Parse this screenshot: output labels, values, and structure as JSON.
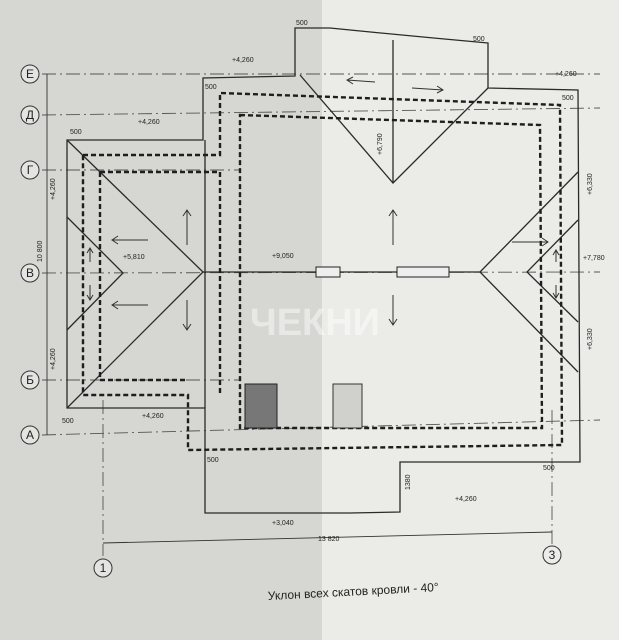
{
  "drawing": {
    "title": "Уклон всех скатов кровли - 40°",
    "watermark": "ЧЕКНИ",
    "axes_rows": [
      "Е",
      "Д",
      "Г",
      "В",
      "Б",
      "А"
    ],
    "axes_cols": [
      "1",
      "3"
    ],
    "overall_width": "13 820",
    "overall_depth": "10 800",
    "elevations": {
      "eave_top_left": "+4,260",
      "eave_top_mid": "+4,260",
      "eave_top_right": "+4,260",
      "eave_left_upper": "+4,260",
      "eave_left_lower": "+4,260",
      "eave_bottom_left": "+4,260",
      "eave_bottom_right": "+4,260",
      "ridge_left": "+5,810",
      "ridge_main": "+9,050",
      "valley_top": "+6,790",
      "ridge_right": "+7,780",
      "hip_right_upper": "+6,330",
      "hip_right_lower": "+6,330",
      "porch": "+3,040"
    },
    "dims": {
      "overhang": "500",
      "porch_depth": "1380"
    }
  }
}
